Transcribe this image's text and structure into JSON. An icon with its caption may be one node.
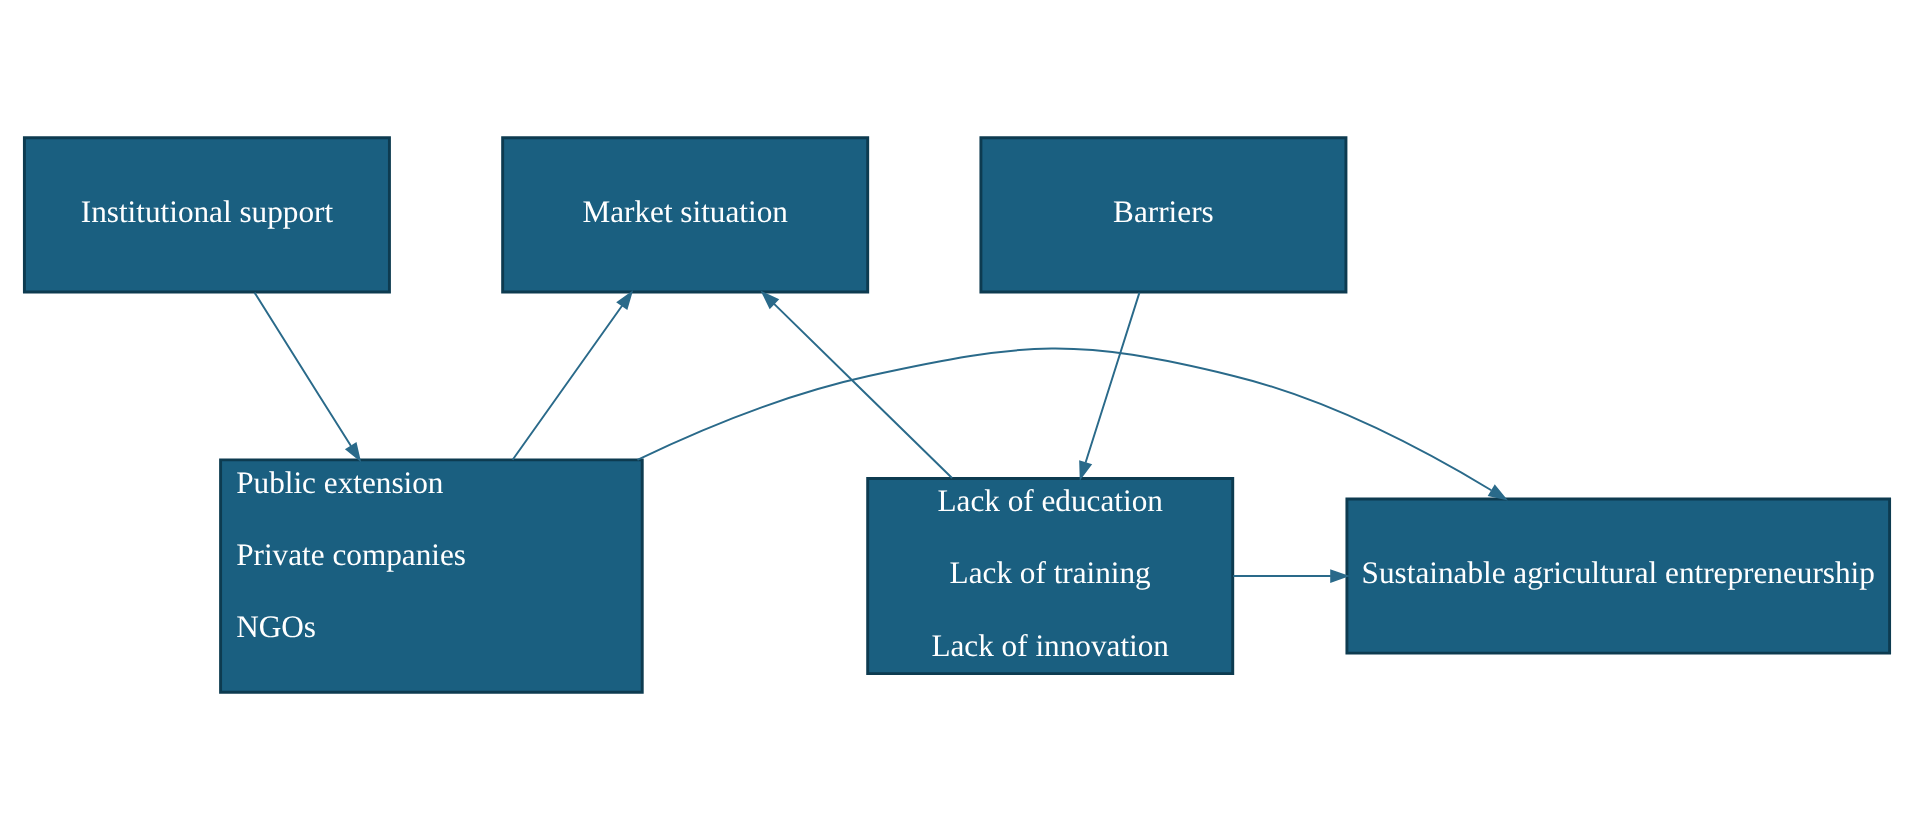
{
  "diagram": {
    "nodes": [
      {
        "text": [
          "Institutional support"
        ]
      },
      {
        "text": [
          "Market situation"
        ]
      },
      {
        "text": [
          "Barriers"
        ]
      },
      {
        "text": [
          "Public extension",
          "Private companies",
          "NGOs"
        ]
      },
      {
        "text": [
          "Sustainable agricultural entrepreneurship"
        ]
      },
      {
        "text": [
          "Lack of education",
          "Lack of training",
          "Lack of innovation"
        ]
      }
    ],
    "edges": [
      {
        "from": 0,
        "to": 3,
        "arrow": "to"
      },
      {
        "from": 3,
        "to": 1,
        "arrow": "to"
      },
      {
        "from": 3,
        "to": 4,
        "arrow": "to"
      },
      {
        "from": 2,
        "to": 5,
        "arrow": "to"
      },
      {
        "from": 5,
        "to": 1,
        "arrow": "to"
      },
      {
        "from": 5,
        "to": 4,
        "arrow": "to"
      }
    ]
  }
}
